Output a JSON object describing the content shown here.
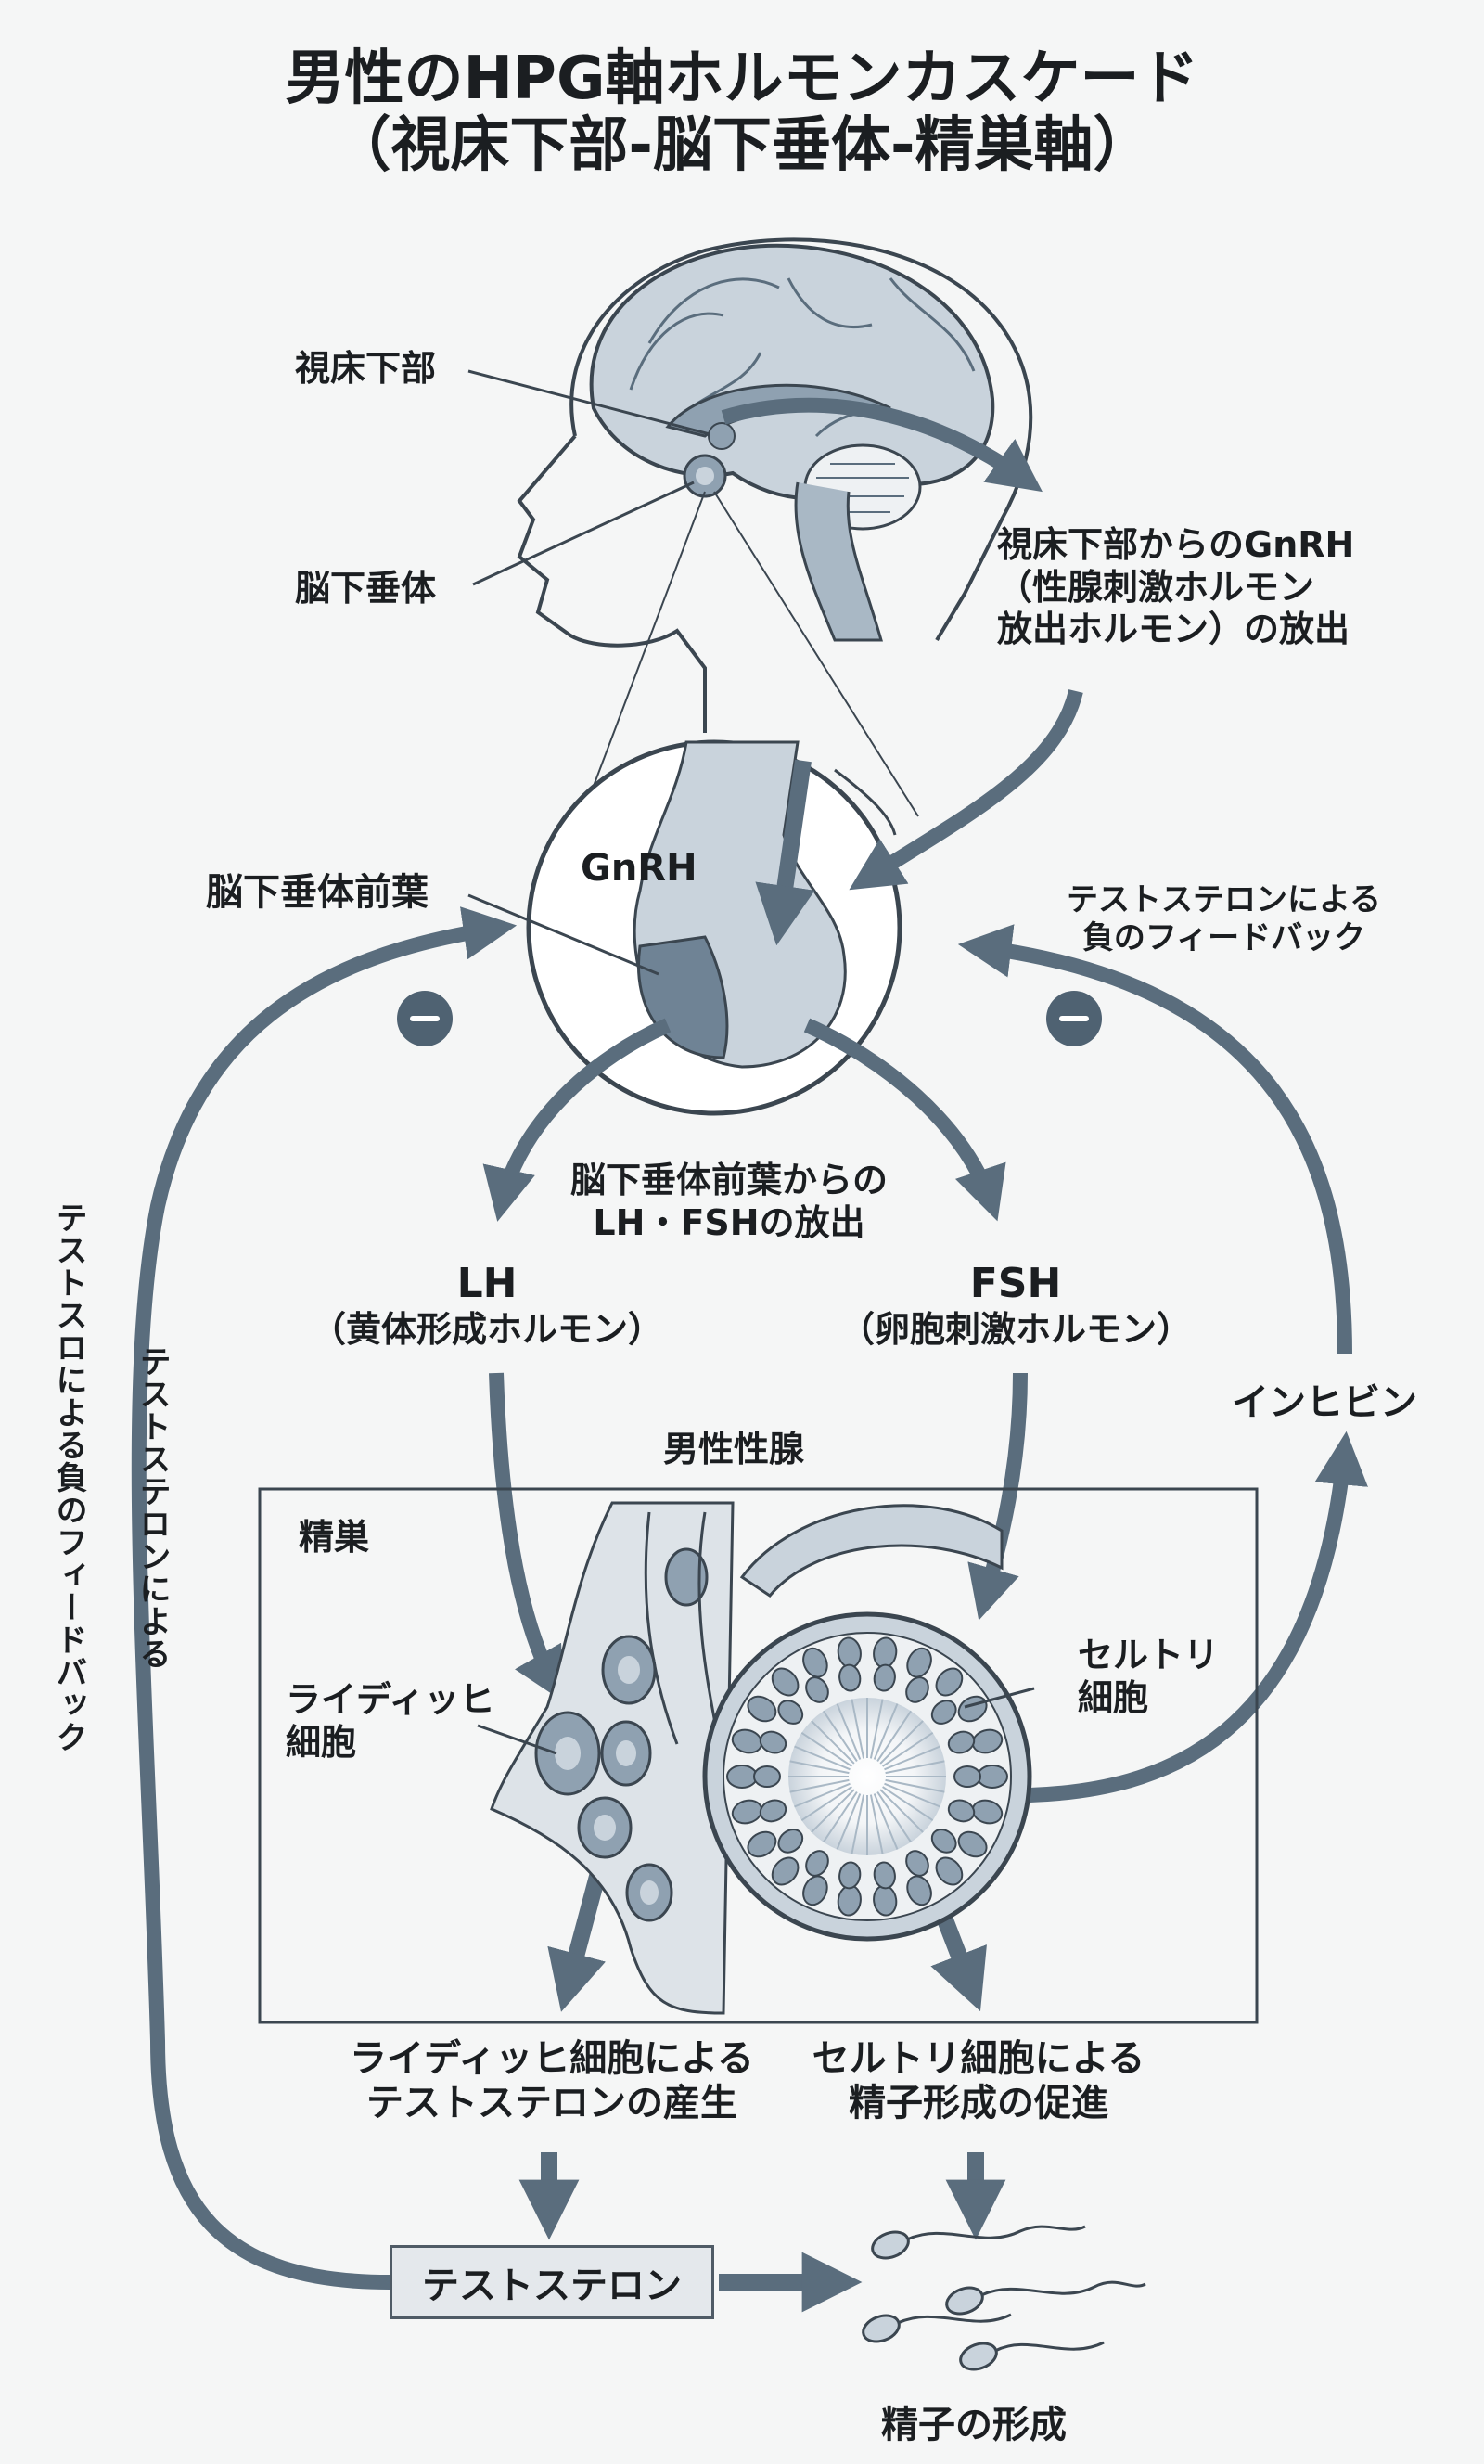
{
  "title": {
    "line1": "男性のHPG軸ホルモンカスケード",
    "line2": "（視床下部-脳下垂体-精巣軸）"
  },
  "labels": {
    "hypothalamus": "視床下部",
    "pituitary": "脳下垂体",
    "gnrh_release": [
      "視床下部からのGnRH",
      "（性腺刺激ホルモン",
      "放出ホルモン）の放出"
    ],
    "gnrh": "GnRH",
    "anterior_pituitary": "脳下垂体前葉",
    "feedback_right": [
      "テストステロンによる",
      "負のフィードバック"
    ],
    "lh_fsh_release": [
      "脳下垂体前葉からの",
      "LH・FSHの放出"
    ],
    "lh": "LH",
    "lh_full": "（黄体形成ホルモン）",
    "fsh": "FSH",
    "fsh_full": "（卵胞刺激ホルモン）",
    "inhibin": "インヒビン",
    "male_gonad": "男性性腺",
    "testis": "精巣",
    "leydig_cell": [
      "ライディッヒ",
      "細胞"
    ],
    "sertoli_cell": [
      "セルトリ",
      "細胞"
    ],
    "leydig_production": [
      "ライディッヒ細胞による",
      "テストステロンの産生"
    ],
    "sertoli_promotion": [
      "セルトリ細胞による",
      "精子形成の促進"
    ],
    "testosterone": "テストステロン",
    "sperm_formation": "精子の形成",
    "feedback_left_a": "テストスロによる負のフィードバック",
    "feedback_left_b": "テストステロンによる"
  },
  "colors": {
    "arrow": "#5a6d7d",
    "brain_fill": "#c9d3dc",
    "tissue_fill": "#8fa1b1",
    "line": "#3b4650",
    "background": "#f5f6f6"
  },
  "icons": [
    "minus-icon",
    "sperm-icon",
    "brain-icon",
    "head-silhouette-icon"
  ]
}
